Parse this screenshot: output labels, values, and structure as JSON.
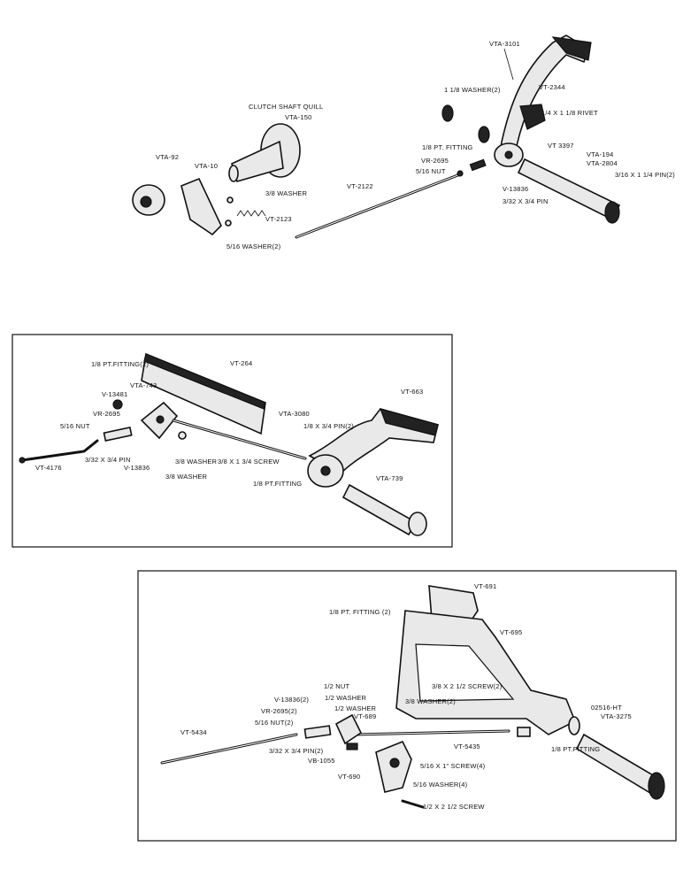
{
  "panel1": {
    "labels": {
      "vta3101": "VTA-3101",
      "washer_1_1_8": "1 1/8 WASHER(2)",
      "vt2344": "VT-2344",
      "rivet": "1/4 X 1 1/8 RIVET",
      "clutch_shaft_quill": "CLUTCH SHAFT QUILL",
      "vta150": "VTA-150",
      "pt_fitting": "1/8 PT. FITTING",
      "vr2695": "VR-2695",
      "nut": "5/16 NUT",
      "vt3397": "VT 3397",
      "vta194": "VTA-194",
      "vta2804": "VTA-2804",
      "pin_3_16": "3/16 X 1 1/4 PIN(2)",
      "vta92": "VTA-92",
      "vta10": "VTA-10",
      "washer_3_8": "3/8 WASHER",
      "vt2122": "VT-2122",
      "v13836": "V-13836",
      "pin_3_32": "3/32 X 3/4 PIN",
      "vt2123": "VT-2123",
      "washer_5_16": "5/16 WASHER(2)"
    }
  },
  "panel2": {
    "labels": {
      "pt_fitting2": "1/8 PT.FITTING(2)",
      "vt264": "VT-264",
      "vta743": "VTA-743",
      "v13481": "V-13481",
      "vt663": "VT-663",
      "vr2695": "VR-2695",
      "vta3080": "VTA-3080",
      "nut": "5/16 NUT",
      "pin_1_8": "1/8 X 3/4 PIN(2)",
      "vt4176": "VT-4176",
      "pin_3_32": "3/32 X 3/4 PIN",
      "v13836": "V-13836",
      "washer_3_8": "3/8 WASHER",
      "screw": "3/8 X 1 3/4 SCREW",
      "washer_3_8b": "3/8 WASHER",
      "pt_fitting": "1/8 PT.FITTING",
      "vta739": "VTA-739"
    }
  },
  "panel3": {
    "labels": {
      "vt691": "VT-691",
      "pt_fitting2": "1/8 PT. FITTING (2)",
      "vt695": "VT-695",
      "screw_3_8x2": "3/8 X 2 1/2 SCREW(2)",
      "nut_1_2": "1/2 NUT",
      "v13836": "V-13836(2)",
      "washer_1_2a": "1/2 WASHER",
      "washer_1_2b": "1/2 WASHER",
      "vr2695": "VR-2695(2)",
      "vt689": "VT-689",
      "washer_3_8": "3/8 WASHER(2)",
      "nut_5_16": "5/16 NUT(2)",
      "o2516": "02516-HT",
      "vta3275": "VTA-3275",
      "vt5434": "VT-5434",
      "vt5435": "VT-5435",
      "pt_fitting": "1/8 PT.FITTING",
      "pin": "3/32 X 3/4 PIN(2)",
      "vb1055": "VB-1055",
      "screw_5_16": "5/16 X 1\" SCREW(4)",
      "vt690": "VT-690",
      "washer_5_16": "5/16 WASHER(4)",
      "screw_1_2": "1/2 X 2 1/2 SCREW"
    }
  }
}
